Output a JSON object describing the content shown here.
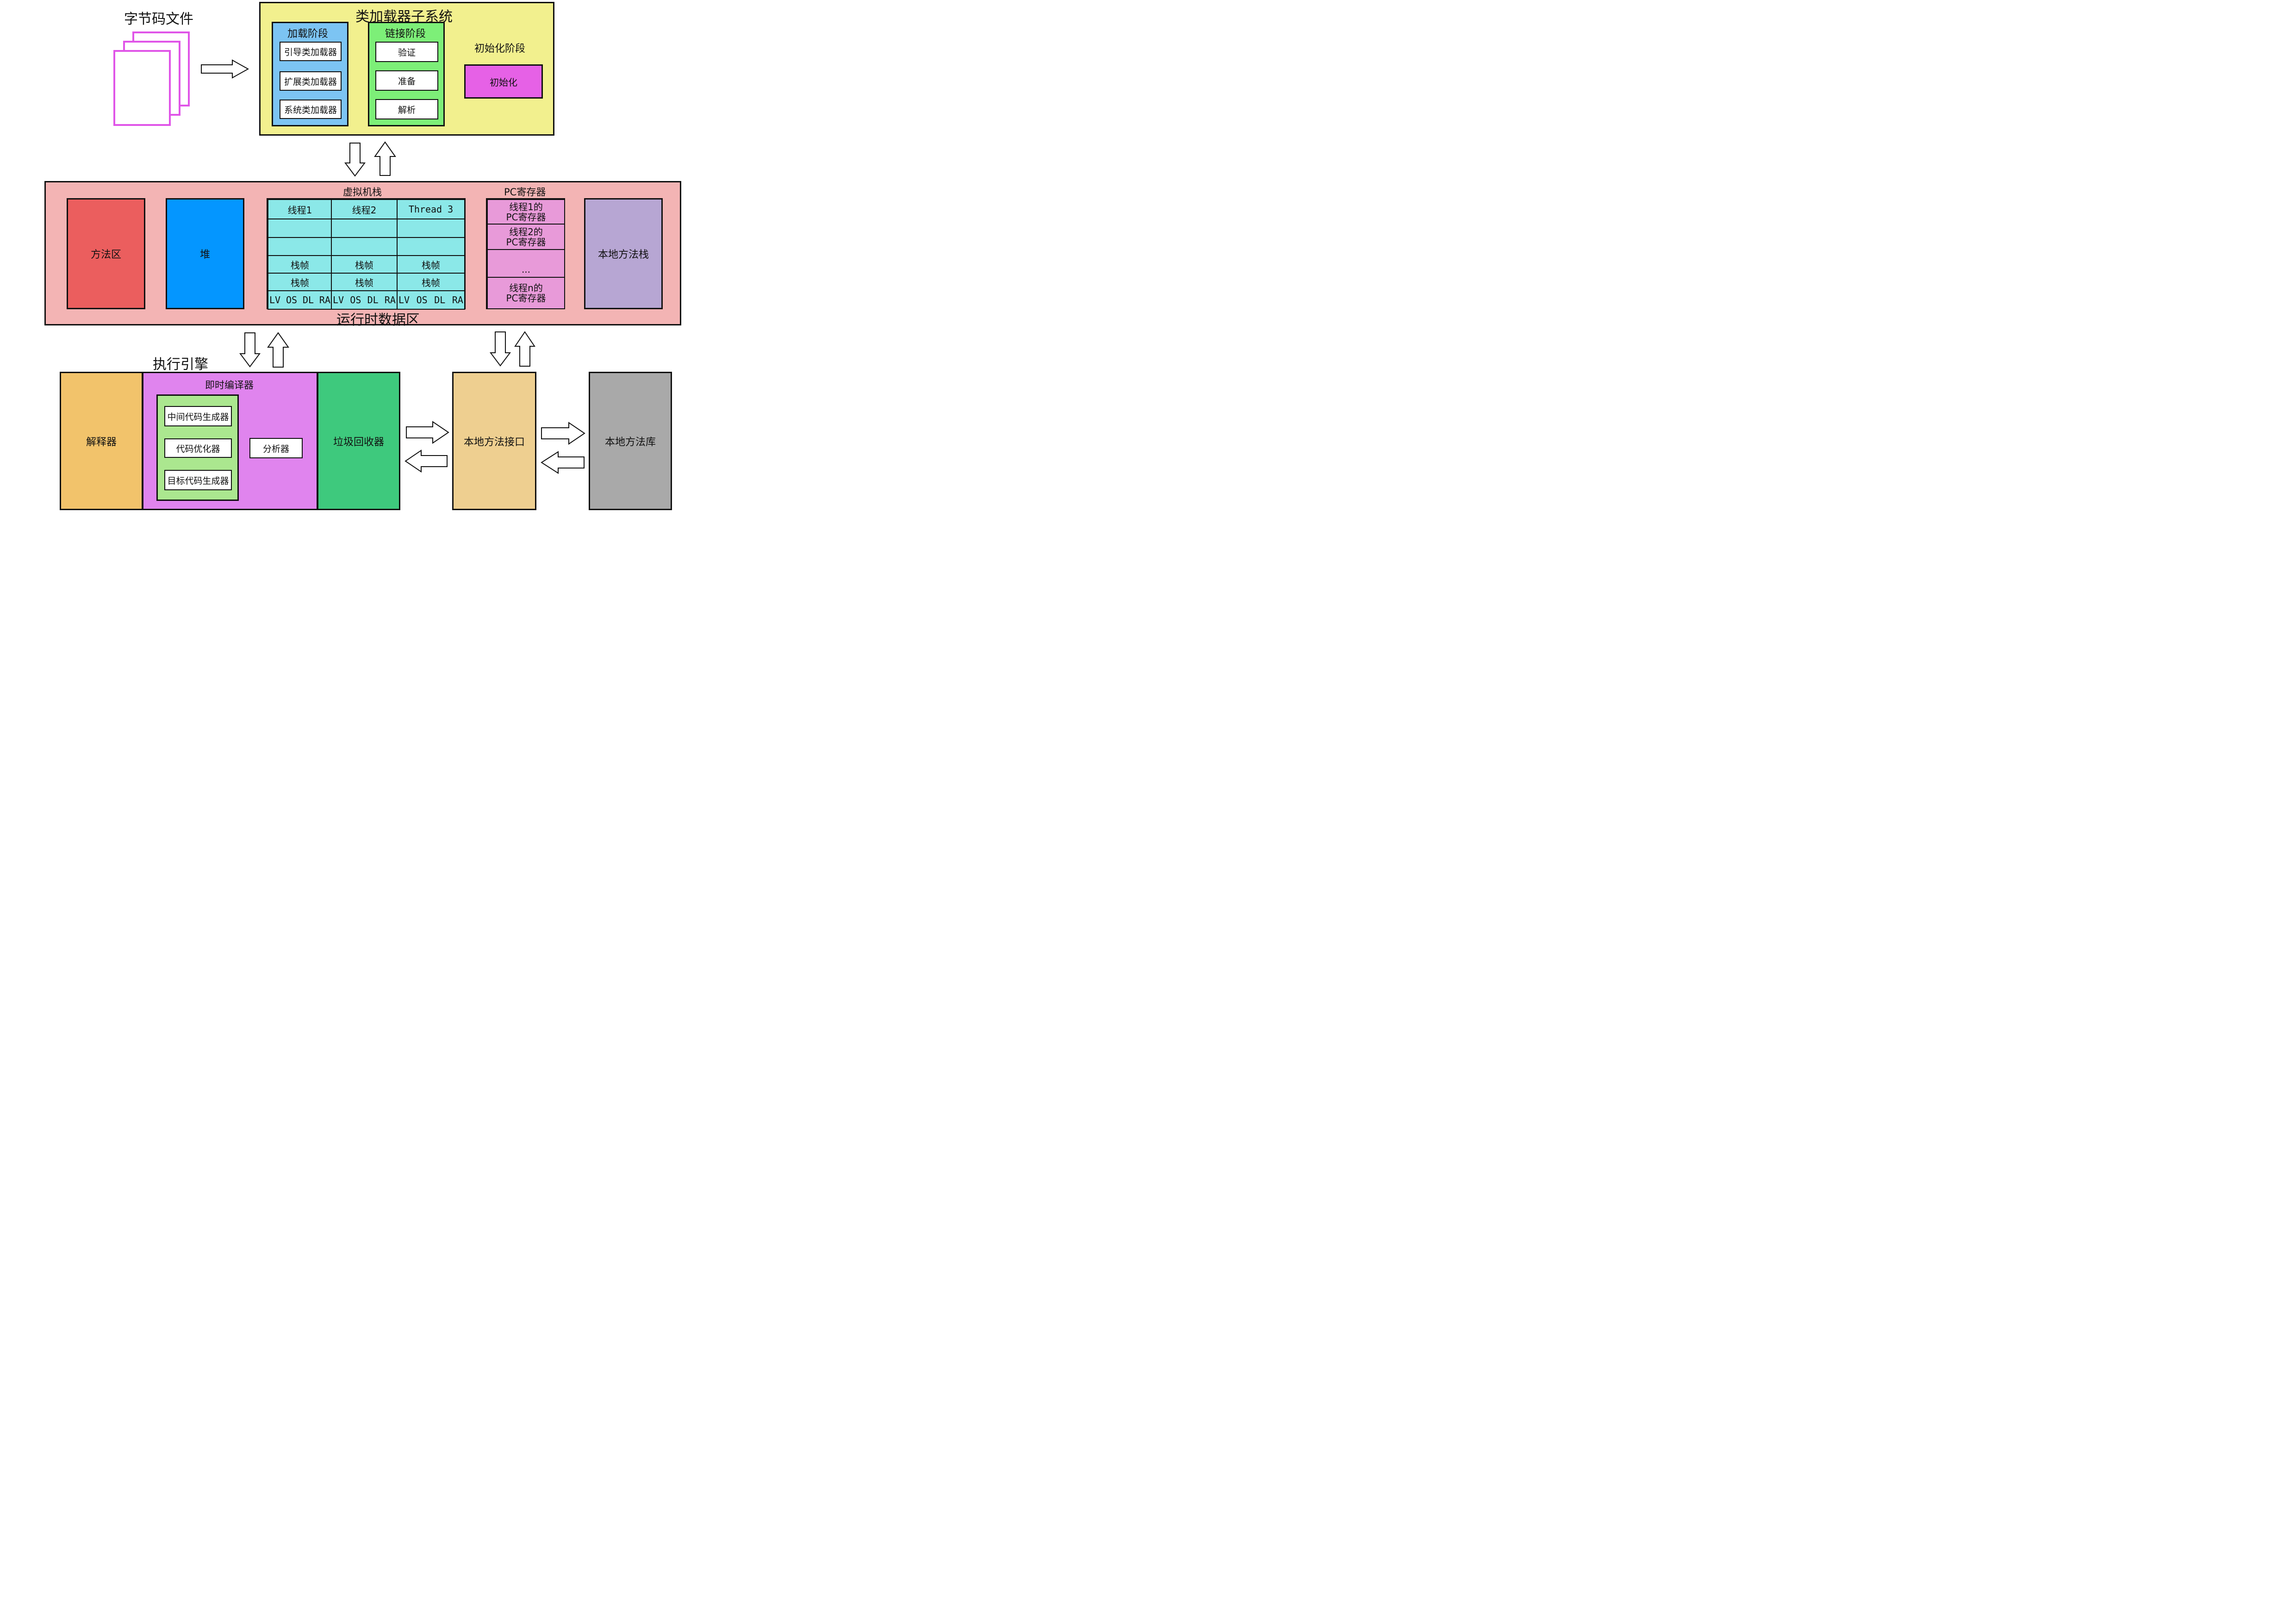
{
  "bytecode": {
    "title": "字节码文件"
  },
  "class_loader": {
    "title": "类加载器子系统",
    "loading": {
      "title": "加载阶段",
      "items": [
        "引导类加载器",
        "扩展类加载器",
        "系统类加载器"
      ]
    },
    "linking": {
      "title": "链接阶段",
      "items": [
        "验证",
        "准备",
        "解析"
      ]
    },
    "init": {
      "title": "初始化阶段",
      "item": "初始化"
    }
  },
  "runtime": {
    "title": "运行时数据区",
    "method_area": "方法区",
    "heap": "堆",
    "vm_stack": {
      "title": "虚拟机栈",
      "threads": [
        "线程1",
        "线程2",
        "Thread 3"
      ],
      "frame_label": "栈帧",
      "frame_parts": [
        "LV",
        "OS",
        "DL",
        "RA"
      ]
    },
    "pc": {
      "title": "PC寄存器",
      "cells": [
        "线程1的\nPC寄存器",
        "线程2的\nPC寄存器",
        "...",
        "线程n的\nPC寄存器"
      ]
    },
    "native_stack": "本地方法栈"
  },
  "engine": {
    "title": "执行引擎",
    "interpreter": "解释器",
    "jit": {
      "title": "即时编译器",
      "items": [
        "中间代码生成器",
        "代码优化器",
        "目标代码生成器"
      ],
      "analyzer": "分析器"
    },
    "gc": "垃圾回收器"
  },
  "native_interface": "本地方法接口",
  "native_library": "本地方法库",
  "colors": {
    "class_loader_bg": "#f2f08e",
    "loading_bg": "#7cc4f3",
    "linking_bg": "#7def78",
    "init_bg": "#e661e6",
    "file_border": "#e055e8",
    "runtime_bg": "#f3b4b4",
    "method_area_bg": "#eb5e5e",
    "heap_bg": "#0496ff",
    "stack_cell_bg": "#8be8e8",
    "pc_bg": "#e89ad9",
    "native_stack_bg": "#b7a6d3",
    "interpreter_bg": "#f2c36b",
    "jit_bg": "#e084ee",
    "jit_inner_bg": "#abe78f",
    "gc_bg": "#3ec97d",
    "native_interface_bg": "#eecf90",
    "native_library_bg": "#a9a9a9"
  }
}
